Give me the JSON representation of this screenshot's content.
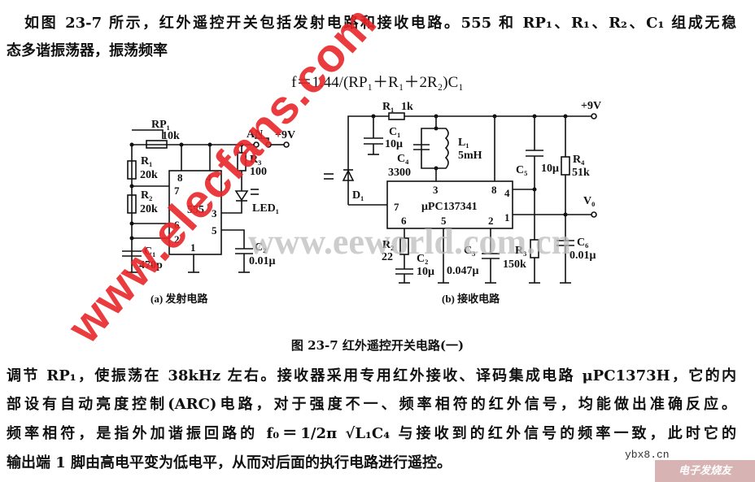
{
  "paragraph1": {
    "line1": "如图 23-7 所示，红外遥控开关包括发射电路和接收电路。555 和 RP₁、R₁、R₂、C₁ 组成无稳",
    "line2": "态多谐振荡器，振荡频率"
  },
  "formula": "f＝1.44/(RP₁＋R₁＋2R₂)C₁",
  "figure": {
    "transmitter": {
      "caption": "(a) 发射电路",
      "ic": "555",
      "pins": [
        "8",
        "4",
        "7",
        "3",
        "6",
        "5",
        "2",
        "1"
      ],
      "rp1": "RP₁",
      "rp1_value": "10k",
      "r1": "R₁",
      "r1_value": "20k",
      "r2": "R₂",
      "r2_value": "20k",
      "r3": "R₃",
      "r3_value": "100",
      "c1": "C₁",
      "c1_value": "470p",
      "c2": "C₂",
      "c2_value": "0.01μ",
      "switch": "AN",
      "supply": "+9V",
      "led": "LED₁"
    },
    "receiver": {
      "caption": "(b) 接收电路",
      "ic": "μPC137341",
      "pins": [
        "3",
        "8",
        "4",
        "7",
        "1",
        "6",
        "5",
        "2"
      ],
      "r1": "R₁",
      "r1_value": "1k",
      "c1": "C₁",
      "c1_value": "10μ",
      "c4": "C₄",
      "c4_value": "3300",
      "l1": "L₁",
      "l1_value": "5mH",
      "c5": "C₅",
      "c5_value": "10μ",
      "r4": "R₄",
      "r4_value": "51k",
      "d1": "D₁",
      "r2": "R₂",
      "r2_value": "22",
      "c2": "C₂",
      "c2_value": "10μ",
      "c3": "C₃",
      "c3_value": "0.047μ",
      "r3": "R₃",
      "r3_value": "150k",
      "c6": "C₆",
      "c6_value": "0.01μ",
      "supply": "+9V",
      "output": "V₀"
    },
    "caption": "图 23-7   红外遥控开关电路(一)"
  },
  "paragraph2": {
    "line1": "调节 RP₁，使振荡在 38kHz 左右。接收器采用专用红外接收、译码集成电路 μPC1373H，它的内",
    "line2": "部设有自动亮度控制(ARC)电路，对于强度不一、频率相符的红外信号，均能做出准确反应。",
    "line3": "频率相符，是指外加谐振回路的 f₀＝1/2π √L₁C₄ 与接收到的红外信号的频率一致，此时它的",
    "line4": "输出端 1 脚由高电平变为低电平，从而对后面的执行电路进行遥控。"
  },
  "watermarks": {
    "red": "www.elecfans.com",
    "gray": "www.eeworld.com.cn",
    "site": "ybx8.cn",
    "logo": "电子发烧友"
  },
  "colors": {
    "watermark_red": "#e8262a",
    "watermark_gray": "#bdbdbd"
  }
}
